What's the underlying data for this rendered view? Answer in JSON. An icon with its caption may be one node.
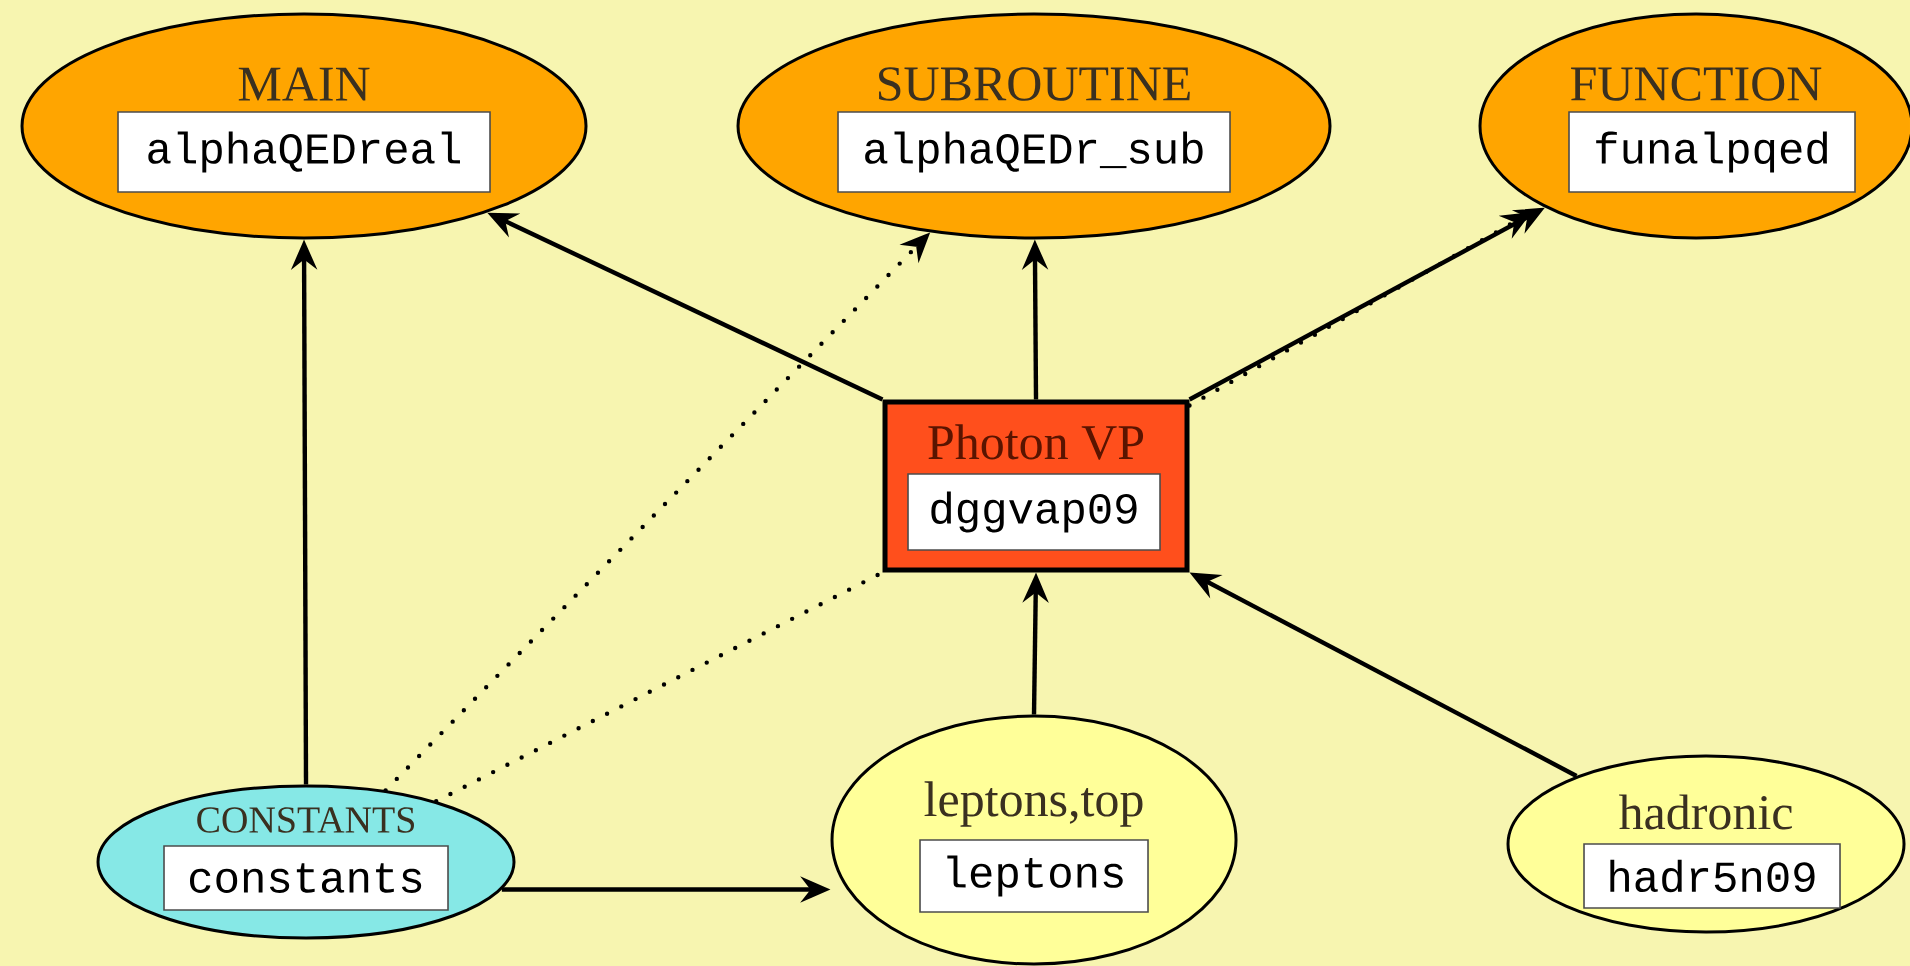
{
  "diagram": {
    "nodes": [
      {
        "text": [
          "MAIN"
        ]
      },
      {
        "text": [
          "alphaQEDreal"
        ],
        "in": 0
      },
      {
        "text": [
          "SUBROUTINE"
        ]
      },
      {
        "text": [
          "alphaQEDr_sub"
        ],
        "in": 2
      },
      {
        "text": [
          "FUNCTION"
        ]
      },
      {
        "text": [
          "funalpqed"
        ],
        "in": 4
      },
      {
        "text": [
          "Photon VP"
        ]
      },
      {
        "text": [
          "dggvap09"
        ],
        "in": 6
      },
      {
        "text": [
          "CONSTANTS"
        ]
      },
      {
        "text": [
          "constants"
        ],
        "in": 8
      },
      {
        "text": [
          "leptons,top"
        ]
      },
      {
        "text": [
          "leptons"
        ],
        "in": 10
      },
      {
        "text": [
          "hadronic"
        ]
      },
      {
        "text": [
          "hadr5n09"
        ],
        "in": 12
      }
    ],
    "edges": [
      {
        "from": 6,
        "to": 0,
        "arrow": "to"
      },
      {
        "from": 6,
        "to": 2,
        "arrow": "to"
      },
      {
        "from": 6,
        "to": 4,
        "arrow": "to"
      },
      {
        "from": 8,
        "to": 0,
        "arrow": "to"
      },
      {
        "from": 8,
        "to": 2,
        "arrow": "to",
        "style": "dashed"
      },
      {
        "from": 8,
        "to": 6,
        "arrow": "none",
        "style": "dashed"
      },
      {
        "from": 6,
        "to": 4,
        "arrow": "to",
        "style": "dashed"
      },
      {
        "from": 8,
        "to": 10,
        "arrow": "to"
      },
      {
        "from": 10,
        "to": 6,
        "arrow": "to"
      },
      {
        "from": 12,
        "to": 6,
        "arrow": "to"
      }
    ]
  }
}
